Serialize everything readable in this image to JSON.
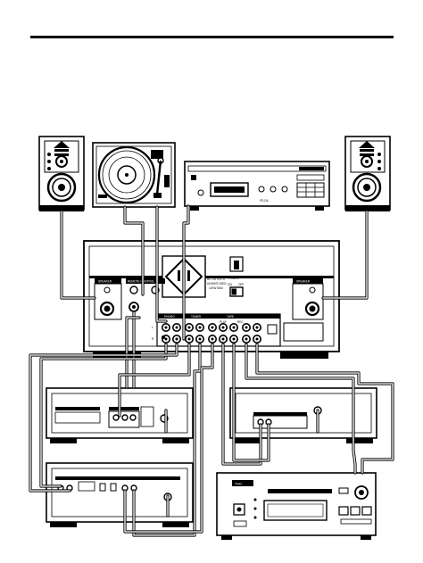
{
  "colors": {
    "ink": "#000000",
    "paper": "#ffffff"
  },
  "amplifier": {
    "speaker_left_label": "SPEAKER",
    "speaker_right_label": "SPEAKER",
    "remote_control_label": "REMOTE CONTROL",
    "ac_outlets_label": "AC OUTLETS",
    "ac_outlets_sub": "UNSWITCHED",
    "ac_outlets_max": "120W MAX",
    "power_label": "POWER",
    "power_on": "ON",
    "power_off": "OFF",
    "phono_label": "PHONO",
    "tuner_label": "TUNER",
    "tape_label": "TAPE",
    "play_label": "PLAY",
    "rec_label": "REC",
    "l_label": "L",
    "r_label": "R"
  },
  "cd_player": {
    "model_label": "PD-D4"
  },
  "md_player": {
    "brand_label": "TEAC"
  }
}
